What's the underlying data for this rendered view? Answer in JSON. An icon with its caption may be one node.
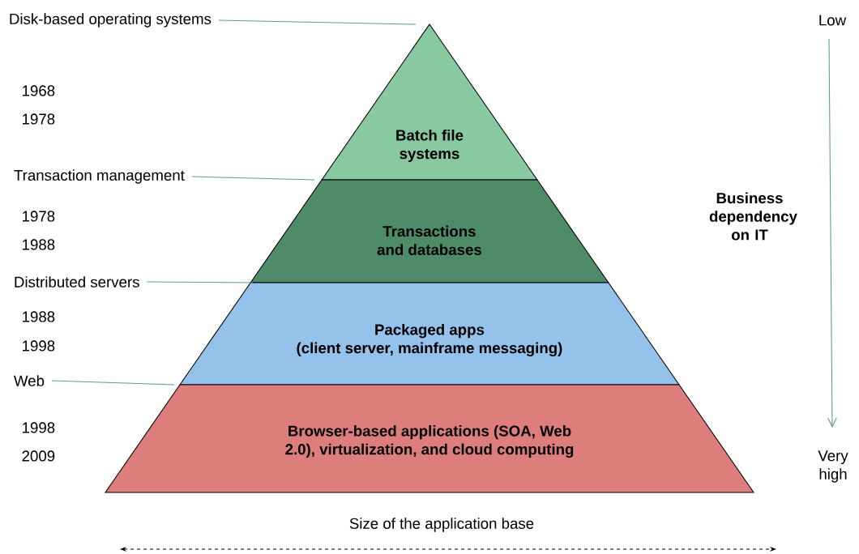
{
  "diagram": {
    "nodes": [
      {
        "text": [
          "Batch file systems"
        ]
      },
      {
        "text": [
          "Transactions and databases"
        ]
      },
      {
        "text": [
          "Packaged apps",
          "(client server, mainframe messaging)"
        ]
      },
      {
        "text": [
          "Browser-based applications (SOA, Web 2.0), virtualization, and cloud computing"
        ]
      },
      {
        "text": [
          "Disk-based operating systems"
        ]
      },
      {
        "text": [
          "Transaction management"
        ]
      },
      {
        "text": [
          "Distributed servers"
        ]
      },
      {
        "text": [
          "Web"
        ]
      }
    ],
    "edges": [
      {
        "from": 4,
        "to": 0,
        "arrow": "none"
      },
      {
        "from": 5,
        "to": 1,
        "arrow": "none"
      },
      {
        "from": 6,
        "to": 2,
        "arrow": "none"
      },
      {
        "from": 7,
        "to": 3,
        "arrow": "none"
      }
    ],
    "labels": [
      "Low",
      "1968",
      "1978",
      "1978",
      "1988",
      "Business dependency on IT",
      "1988",
      "1998",
      "1998",
      "2009",
      "Very high",
      "Size of the application base"
    ]
  }
}
